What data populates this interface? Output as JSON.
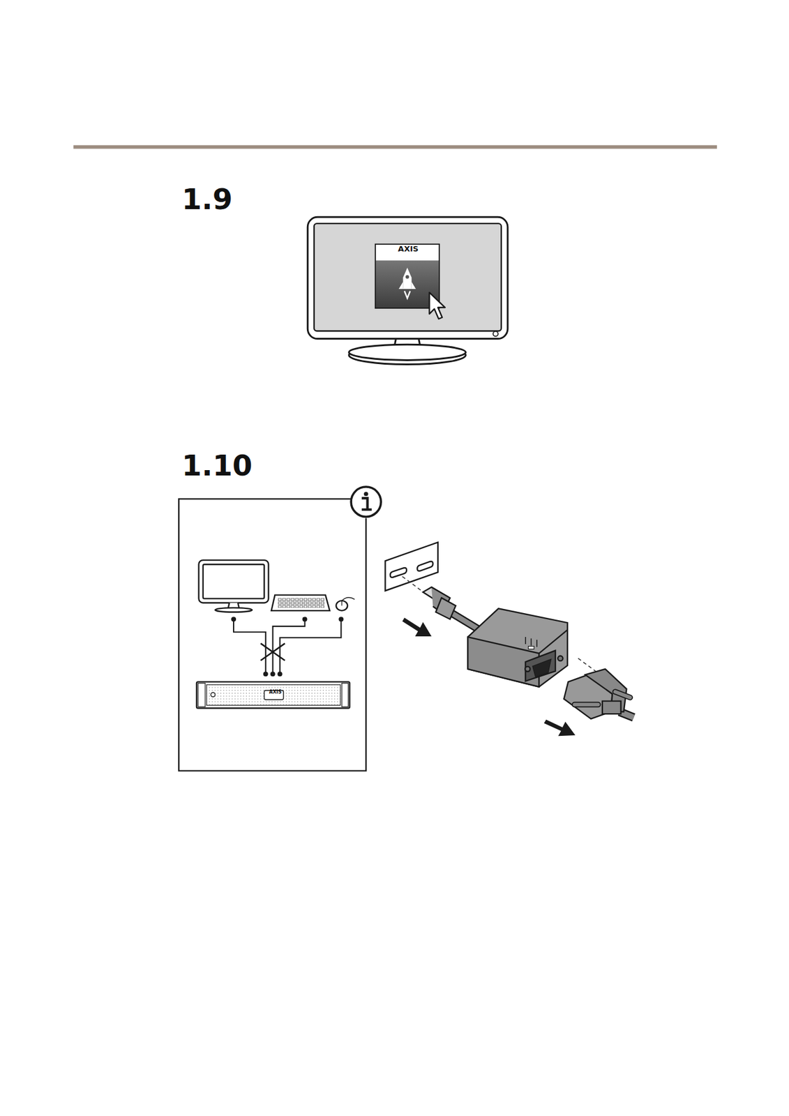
{
  "diagram": {
    "labels": [
      "1.9",
      "1.10",
      "AXIS",
      "AXIS"
    ]
  }
}
